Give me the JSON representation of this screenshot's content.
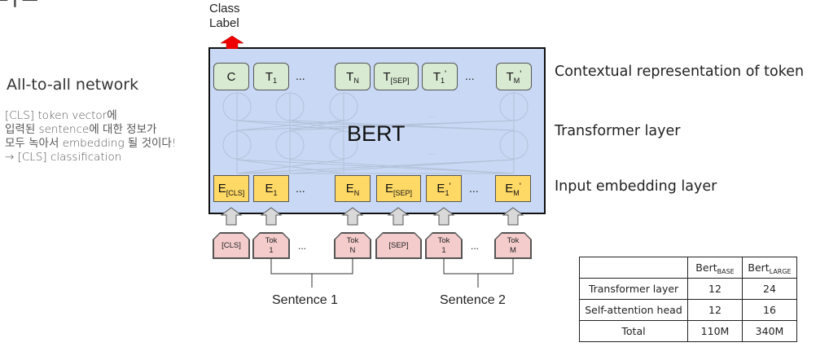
{
  "left_panel": {
    "title": "All-to-all network",
    "description_lines": [
      "[CLS] token vector에",
      "입력된 sentence에 대한 정보가",
      "모두 녹아서 embedding 될 것이다!",
      "→ [CLS] classification"
    ]
  },
  "diagram": {
    "class_label_lines": [
      "Class",
      "Label"
    ],
    "model_name": "BERT",
    "output_tokens": [
      {
        "main": "C",
        "sub": ""
      },
      {
        "main": "T",
        "sub": "1"
      },
      {
        "main": "T",
        "sub": "N"
      },
      {
        "main": "T",
        "sub": "[SEP]"
      },
      {
        "main": "T",
        "sub": "1",
        "prime": "'"
      },
      {
        "main": "T",
        "sub": "M",
        "prime": "'"
      }
    ],
    "embeddings": [
      {
        "main": "E",
        "sub": "[CLS]"
      },
      {
        "main": "E",
        "sub": "1"
      },
      {
        "main": "E",
        "sub": "N"
      },
      {
        "main": "E",
        "sub": "[SEP]"
      },
      {
        "main": "E",
        "sub": "1",
        "prime": "'"
      },
      {
        "main": "E",
        "sub": "M",
        "prime": "'"
      }
    ],
    "input_tokens": [
      {
        "line1": "[CLS]",
        "line2": ""
      },
      {
        "line1": "Tok",
        "line2": "1"
      },
      {
        "line1": "Tok",
        "line2": "N"
      },
      {
        "line1": "[SEP]",
        "line2": ""
      },
      {
        "line1": "Tok",
        "line2": "1"
      },
      {
        "line1": "Tok",
        "line2": "M"
      }
    ],
    "ellipsis": "...",
    "sentence_labels": [
      "Sentence 1",
      "Sentence 2"
    ],
    "colors": {
      "bert_bg": "#c9d9f5",
      "output_token": "#d9ead3",
      "embedding": "#ffd966",
      "input_token": "#f4cccc",
      "class_arrow": "#ee0000",
      "input_arrow": "#d9d9d9"
    }
  },
  "annotations": {
    "contextual": "Contextual representation of token",
    "transformer": "Transformer layer",
    "embedding": "Input embedding layer"
  },
  "comparison_table": {
    "headers": [
      {
        "main": "",
        "sub": ""
      },
      {
        "main": "Bert",
        "sub": "BASE"
      },
      {
        "main": "Bert",
        "sub": "LARGE"
      }
    ],
    "rows": [
      [
        "Transformer layer",
        "12",
        "24"
      ],
      [
        "Self-attention head",
        "12",
        "16"
      ],
      [
        "Total",
        "110M",
        "340M"
      ]
    ]
  }
}
